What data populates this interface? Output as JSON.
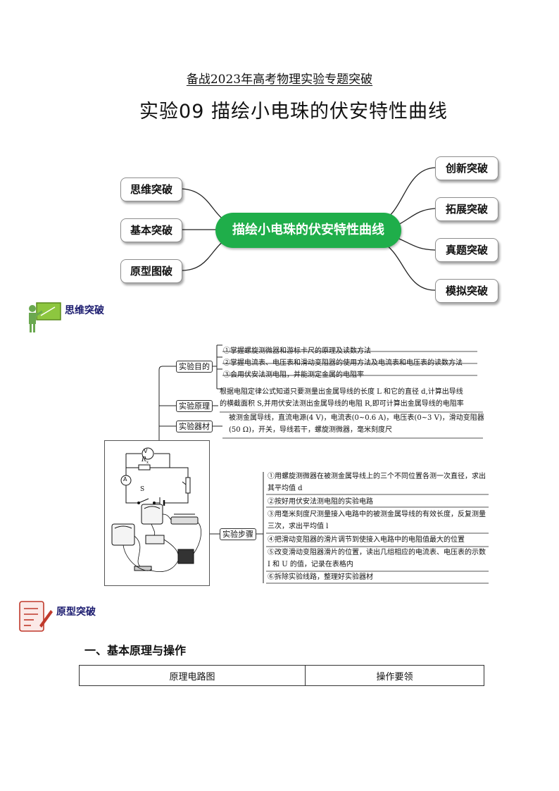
{
  "header": {
    "subtitle": "备战2023年高考物理实验专题突破",
    "title": "实验09 描绘小电珠的伏安特性曲线"
  },
  "mindmap": {
    "center": "描绘小电珠的伏安特性曲线",
    "left": [
      "思维突破",
      "基本突破",
      "原型图破"
    ],
    "right": [
      "创新突破",
      "拓展突破",
      "真题突破",
      "模拟突破"
    ]
  },
  "section1": {
    "label": "思维突破",
    "tags": {
      "purpose": "实验目的",
      "principle": "实验原理",
      "equipment": "实验器材",
      "steps": "实验步骤"
    },
    "purpose_items": [
      "①掌握螺旋测微器和游标卡尺的原理及读数方法",
      "②掌握电流表、电压表和滑动变阻器的使用方法及电流表和电压表的读数方法",
      "③会用伏安法测电阻，并能测定金属的电阻率"
    ],
    "principle_lines": [
      "根据电阻定律公式知道只要测量出金属导线的长度 L 和它的直径 d,计算出导线",
      "的横截面积 S,并用伏安法测出金属导线的电阻 R,即可计算出金属导线的电阻率"
    ],
    "equipment_lines": [
      "被测金属导线，直流电源(4 V)，电流表(0~0.6 A)，电压表(0~3 V)，滑动变阻器",
      "(50 Ω)，开关，导线若干，螺旋测微器，毫米刻度尺"
    ],
    "steps_items": [
      "①用螺旋测微器在被测金属导线上的三个不同位置各测一次直径，求出其平均值 d",
      "②按好用伏安法测电阻的实验电路",
      "③用毫米刻度尺测量接入电路中的被测金属导线的有效长度，反复测量三次，求出平均值 l",
      "④把滑动变阻器的滑片调节到使接入电路中的电阻值最大的位置",
      "⑤改变滑动变阻器滑片的位置，读出几组相应的电流表、电压表的示数 I 和 U 的值，记录在表格内",
      "⑥拆除实验线路，整理好实验器材"
    ],
    "circuit_labels": {
      "voltmeter": "V",
      "ammeter": "A",
      "resistor": "R",
      "resistor_sub": "x",
      "switch": "S"
    }
  },
  "section2": {
    "label": "原型突破",
    "heading": "一、基本原理与操作",
    "table_headers": [
      "原理电路图",
      "操作要领"
    ]
  },
  "colors": {
    "accent_green": "#1fae4a",
    "section_label": "#1a1a6e",
    "icon_red": "#c0392b"
  }
}
